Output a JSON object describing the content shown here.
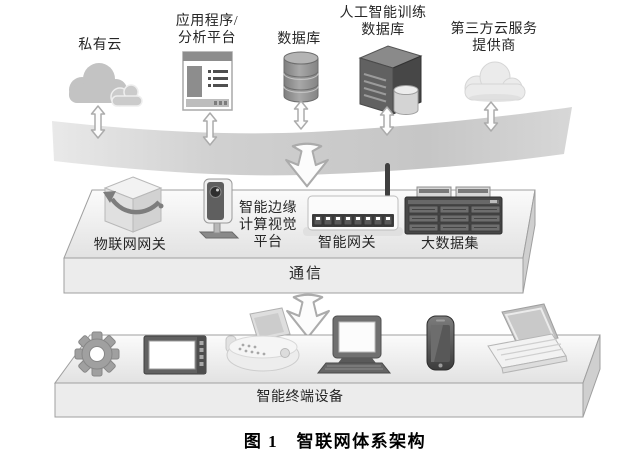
{
  "figure": {
    "caption": "图 1　智联网体系架构"
  },
  "cloud_layer": {
    "nodes": [
      {
        "label": "私有云",
        "icon": "private-cloud-icon"
      },
      {
        "label": "应用程序/\n分析平台",
        "icon": "app-window-icon"
      },
      {
        "label": "数据库",
        "icon": "database-cylinder-icon"
      },
      {
        "label": "人工智能训练\n数据库",
        "icon": "ai-server-tower-icon"
      },
      {
        "label": "第三方云服务\n提供商",
        "icon": "third-party-cloud-icon"
      }
    ]
  },
  "edge_layer": {
    "platform_label": "通信",
    "nodes": [
      {
        "label": "物联网网关",
        "icon": "iot-cube-sync-icon"
      },
      {
        "label": "智能边缘\n计算视觉\n平台",
        "icon": "ip-camera-icon"
      },
      {
        "label": "智能网关",
        "icon": "router-antenna-icon"
      },
      {
        "label": "大数据集",
        "icon": "server-rack-icon"
      }
    ]
  },
  "device_layer": {
    "platform_label": "智能终端设备",
    "icons": [
      "gear-icon",
      "display-panel-icon",
      "printer-icon",
      "desktop-computer-icon",
      "smartphone-icon",
      "laptop-icon"
    ]
  },
  "colors": {
    "band_gray": "#c7c7c7",
    "platform_face": "#ececec",
    "icon_dark_gray": "#4a4a4a",
    "icon_light_gray": "#e8e8e8",
    "text": "#262626"
  }
}
